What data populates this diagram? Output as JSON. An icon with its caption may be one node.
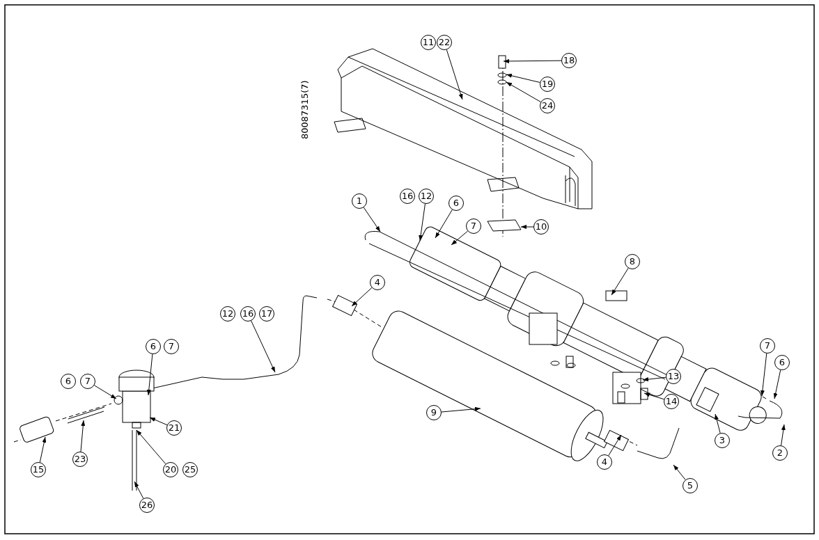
{
  "diagram": {
    "nodes": [
      {
        "text": [
          "11"
        ]
      },
      {
        "text": [
          "22"
        ]
      },
      {
        "text": [
          "18"
        ]
      },
      {
        "text": [
          "19"
        ]
      },
      {
        "text": [
          "24"
        ]
      },
      {
        "text": [
          "1"
        ]
      },
      {
        "text": [
          "16"
        ]
      },
      {
        "text": [
          "12"
        ]
      },
      {
        "text": [
          "6"
        ]
      },
      {
        "text": [
          "7"
        ]
      },
      {
        "text": [
          "10"
        ]
      },
      {
        "text": [
          "8"
        ]
      },
      {
        "text": [
          "4"
        ]
      },
      {
        "text": [
          "12"
        ]
      },
      {
        "text": [
          "16"
        ]
      },
      {
        "text": [
          "17"
        ]
      },
      {
        "text": [
          "6"
        ]
      },
      {
        "text": [
          "7"
        ]
      },
      {
        "text": [
          "7"
        ]
      },
      {
        "text": [
          "6"
        ]
      },
      {
        "text": [
          "13"
        ]
      },
      {
        "text": [
          "6"
        ]
      },
      {
        "text": [
          "7"
        ]
      },
      {
        "text": [
          "14"
        ]
      },
      {
        "text": [
          "9"
        ]
      },
      {
        "text": [
          "21"
        ]
      },
      {
        "text": [
          "3"
        ]
      },
      {
        "text": [
          "23"
        ]
      },
      {
        "text": [
          "2"
        ]
      },
      {
        "text": [
          "4"
        ]
      },
      {
        "text": [
          "15"
        ]
      },
      {
        "text": [
          "20"
        ]
      },
      {
        "text": [
          "25"
        ]
      },
      {
        "text": [
          "5"
        ]
      },
      {
        "text": [
          "26"
        ]
      }
    ],
    "edges": [
      {
        "from": 1,
        "to": null,
        "arrow": "to"
      },
      {
        "from": 2,
        "to": null,
        "arrow": "to"
      },
      {
        "from": 3,
        "to": null,
        "arrow": "to"
      },
      {
        "from": 4,
        "to": null,
        "arrow": "to"
      },
      {
        "from": 5,
        "to": null,
        "arrow": "to"
      },
      {
        "from": 7,
        "to": null,
        "arrow": "to"
      },
      {
        "from": 8,
        "to": null,
        "arrow": "to"
      },
      {
        "from": 9,
        "to": null,
        "arrow": "to"
      },
      {
        "from": 10,
        "to": null,
        "arrow": "to"
      },
      {
        "from": 11,
        "to": null,
        "arrow": "to"
      },
      {
        "from": 12,
        "to": null,
        "arrow": "to"
      },
      {
        "from": 14,
        "to": null,
        "arrow": "to"
      },
      {
        "from": 16,
        "to": null,
        "arrow": "to"
      },
      {
        "from": 18,
        "to": null,
        "arrow": "to"
      },
      {
        "from": 19,
        "to": null,
        "arrow": "to"
      },
      {
        "from": 20,
        "to": null,
        "arrow": "to"
      },
      {
        "from": 22,
        "to": null,
        "arrow": "to"
      },
      {
        "from": 23,
        "to": null,
        "arrow": "to"
      },
      {
        "from": 24,
        "to": null,
        "arrow": "to"
      },
      {
        "from": 25,
        "to": null,
        "arrow": "to"
      },
      {
        "from": 26,
        "to": null,
        "arrow": "to"
      },
      {
        "from": 27,
        "to": null,
        "arrow": "to"
      },
      {
        "from": 28,
        "to": null,
        "arrow": "to"
      },
      {
        "from": 29,
        "to": null,
        "arrow": "to"
      },
      {
        "from": 30,
        "to": null,
        "arrow": "to"
      },
      {
        "from": 31,
        "to": null,
        "arrow": "to"
      },
      {
        "from": 33,
        "to": null,
        "arrow": "to"
      },
      {
        "from": 34,
        "to": null,
        "arrow": "to"
      }
    ],
    "labels": [
      "80087315(7)"
    ]
  }
}
